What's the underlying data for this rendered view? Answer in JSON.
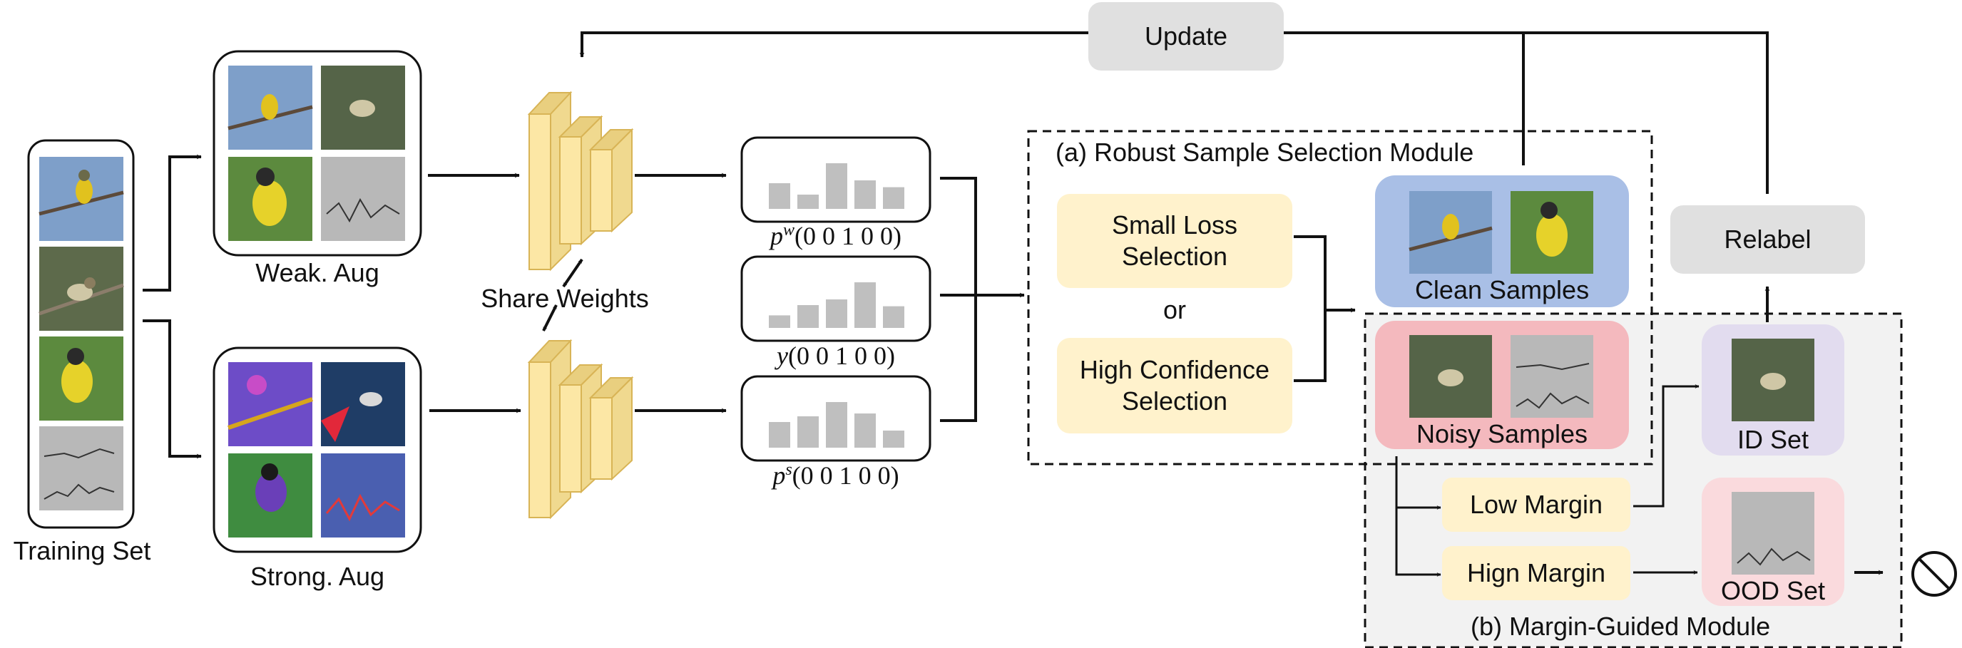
{
  "update_label": "Update",
  "relabel_label": "Relabel",
  "training_set_label": "Training Set",
  "weak_aug_label": "Weak. Aug",
  "strong_aug_label": "Strong. Aug",
  "share_weights_label": "Share Weights",
  "distributions": {
    "pw": {
      "symbol": "p",
      "sup": "w",
      "vector": "(0 0 1 0 0)",
      "bars": [
        0.45,
        0.25,
        0.8,
        0.5,
        0.38
      ]
    },
    "y": {
      "symbol": "y",
      "sup": "",
      "vector": "(0 0 1 0 0)",
      "bars": [
        0.22,
        0.4,
        0.5,
        0.8,
        0.38
      ]
    },
    "ps": {
      "symbol": "p",
      "sup": "s",
      "vector": "(0 0 1 0 0)",
      "bars": [
        0.45,
        0.55,
        0.8,
        0.6,
        0.3
      ]
    }
  },
  "module_a": {
    "title": "(a) Robust Sample Selection Module",
    "small_loss": "Small Loss Selection",
    "or_label": "or",
    "high_confidence": "High Confidence Selection",
    "clean_samples": "Clean Samples",
    "noisy_samples": "Noisy Samples"
  },
  "module_b": {
    "title": "(b)  Margin-Guided Module",
    "low_margin": "Low Margin",
    "high_margin": "Hign Margin",
    "id_set": "ID Set",
    "ood_set": "OOD Set"
  },
  "colors": {
    "pill_gray": "#e0e0e0",
    "pill_yellow": "#fff2cc",
    "clean_blue": "#a9bfe6",
    "noisy_pink": "#f4b9be",
    "id_purple": "#e2dcef",
    "ood_pink": "#fadadd",
    "module_b_bg": "#f2f2f2",
    "network_fill": "#fce7a5",
    "network_edge": "#d8b456",
    "bar_gray": "#bfbfbf"
  }
}
